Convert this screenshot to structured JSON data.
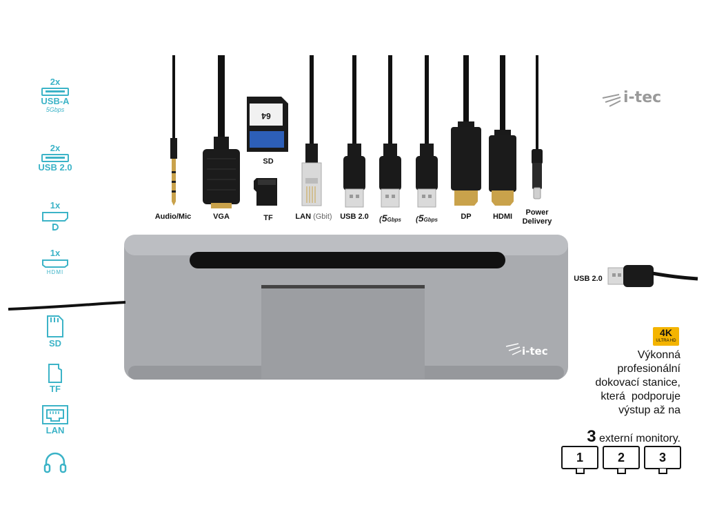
{
  "sidebar": {
    "usba": {
      "count": "2x",
      "label": "USB-A",
      "speed": "5Gbps"
    },
    "usb2": {
      "count": "2x",
      "label": "USB 2.0"
    },
    "dp": {
      "count": "1x"
    },
    "hdmi": {
      "count": "1x",
      "glyph": "HDMI"
    },
    "sd": {
      "label": "SD"
    },
    "tf": {
      "label": "TF"
    },
    "lan": {
      "label": "LAN"
    }
  },
  "brand": {
    "top": "i-tec",
    "device": "i-tec"
  },
  "accessories": {
    "sd_card_capacity": "64",
    "sd_label": "SD",
    "tf_label": "TF"
  },
  "cables": {
    "audio": "Audio/Mic",
    "vga": "VGA",
    "lan": "LAN",
    "lan_sub": "(Gbit)",
    "usb20": "USB 2.0",
    "usba1_num": "5",
    "usba1_unit": "Gbps",
    "usba2_num": "5",
    "usba2_unit": "Gbps",
    "dp": "DP",
    "hdmi": "HDMI",
    "pd_line1": "Power",
    "pd_line2": "Delivery"
  },
  "side_cable": {
    "label": "USB 2.0"
  },
  "badge": {
    "main": "4K",
    "sub": "ULTRA HD"
  },
  "description": {
    "lines": [
      "Výkonná",
      "profesionální",
      "dokovací stanice,",
      "která  podporuje",
      "výstup až na"
    ],
    "count": "3",
    "tail": "externí monitory."
  },
  "monitors": [
    "1",
    "2",
    "3"
  ],
  "colors": {
    "accent": "#3bb3c7",
    "dock": "#a9abaf",
    "badge": "#f4b400"
  }
}
